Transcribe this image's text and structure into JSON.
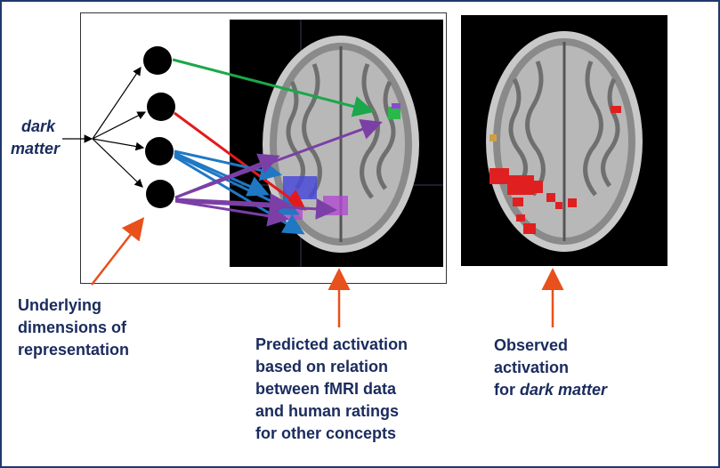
{
  "colors": {
    "border": "#1f3a6b",
    "text": "#1a2b5e",
    "arrow_orange": "#e8501c",
    "green": "#1aa84a",
    "red": "#e31a1c",
    "blue": "#1f78c4",
    "purple": "#7b3fa6"
  },
  "labels": {
    "input_line1": "dark",
    "input_line2": "matter",
    "dims_line1": "Underlying",
    "dims_line2": "dimensions of",
    "dims_line3": "representation",
    "pred_line1": "Predicted activation",
    "pred_line2": "based on relation",
    "pred_line3": "between fMRI data",
    "pred_line4": "and human ratings",
    "pred_line5": "for other concepts",
    "obs_line1": "Observed",
    "obs_line2": "activation",
    "obs_line3_prefix": "for ",
    "obs_line3_italic": "dark matter"
  },
  "nodes": [
    "dimension-1",
    "dimension-2",
    "dimension-3",
    "dimension-4"
  ],
  "icons": [
    "brain-scan-predicted",
    "brain-scan-observed",
    "dimension-node"
  ]
}
